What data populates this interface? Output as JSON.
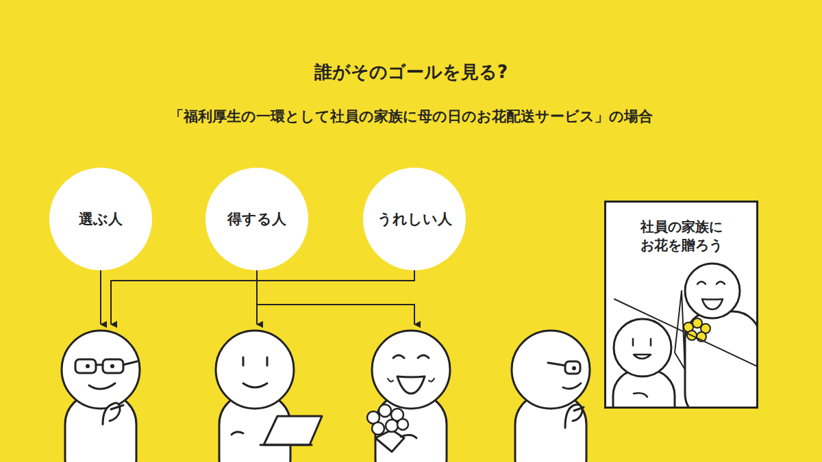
{
  "diagram": {
    "title": "誰がそのゴールを見る?",
    "nodes": [
      {
        "text": [
          "選ぶ人"
        ]
      },
      {
        "text": [
          "得する人"
        ]
      },
      {
        "text": [
          "うれしい人"
        ]
      },
      {
        "text": [
          "社員の家族に お花を贈ろう"
        ]
      }
    ],
    "labels": [
      "「福利厚生の一環として社員の家族に母の日のお花配送サービス」の場合"
    ]
  }
}
